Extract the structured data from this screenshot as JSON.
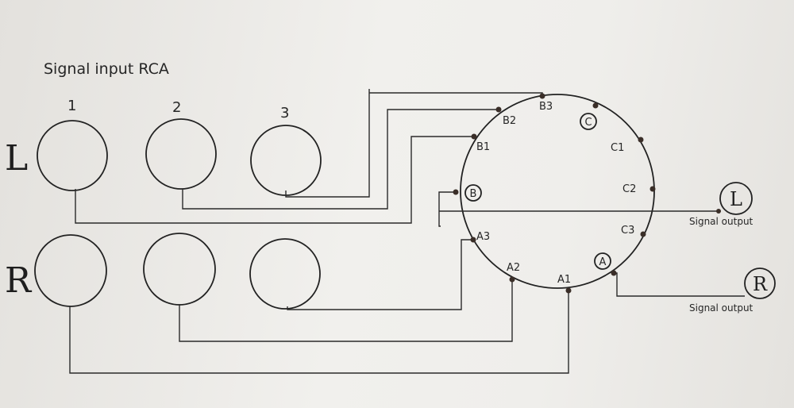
{
  "title": "Signal input RCA",
  "rows": [
    "L",
    "R"
  ],
  "inputs": [
    "1",
    "2",
    "3"
  ],
  "switch": {
    "positions": [
      "A",
      "B",
      "C"
    ],
    "contacts": [
      "A1",
      "A2",
      "A3",
      "B1",
      "B2",
      "B3",
      "C1",
      "C2",
      "C3"
    ]
  },
  "outputs": {
    "left": {
      "label": "L",
      "caption": "Signal output"
    },
    "right": {
      "label": "R",
      "caption": "Signal output"
    }
  }
}
